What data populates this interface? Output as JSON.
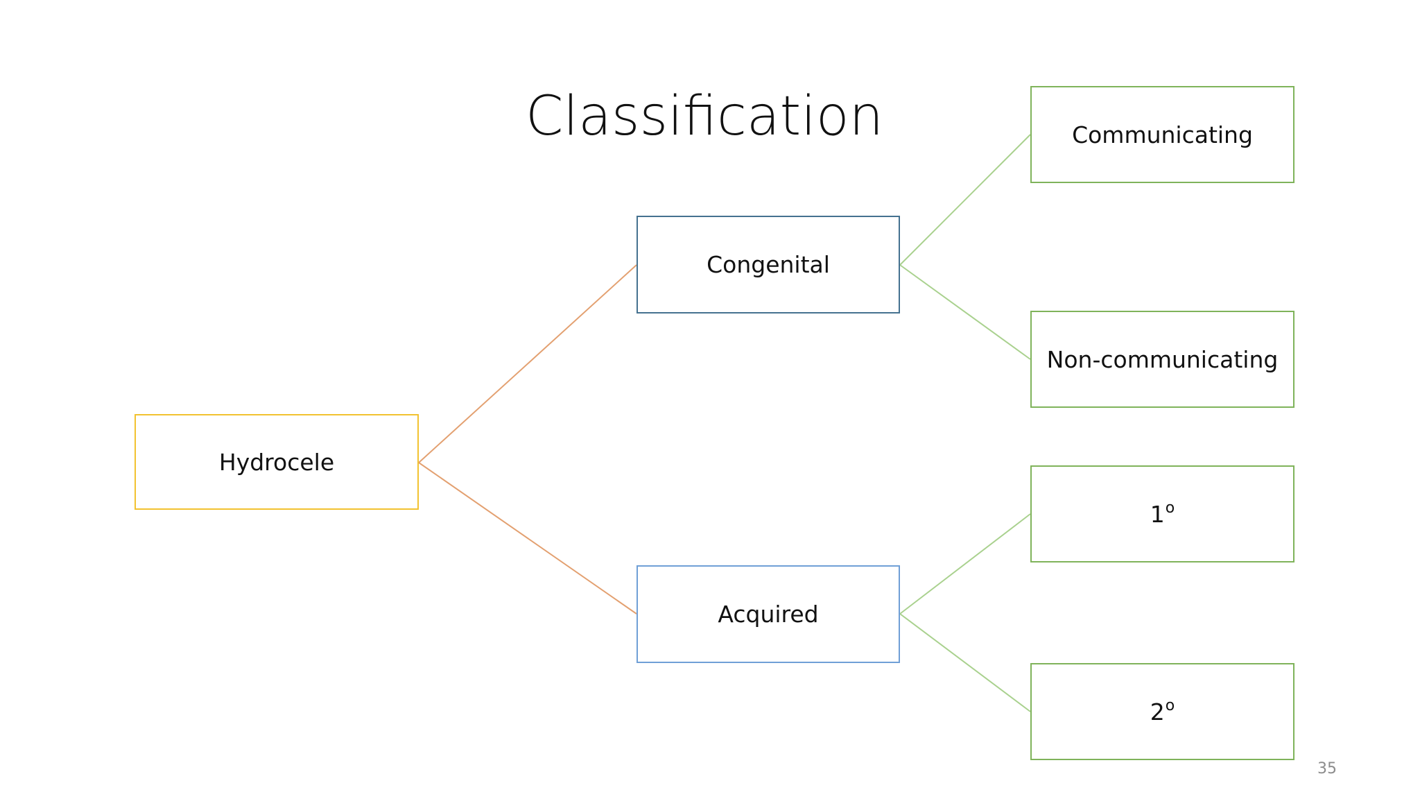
{
  "slide": {
    "title": "Classification",
    "page_number": "35"
  },
  "nodes": {
    "hydrocele": "Hydrocele",
    "congenital": "Congenital",
    "acquired": "Acquired",
    "communicating": "Communicating",
    "non_communicating": "Non-communicating",
    "primary": {
      "digit": "1",
      "mark": "o"
    },
    "secondary": {
      "digit": "2",
      "mark": "o"
    }
  },
  "colors": {
    "root_border": "#f2c230",
    "congenital_border": "#44718f",
    "acquired_border": "#6f9fd6",
    "leaf_border": "#7fb35a",
    "root_connector": "#e3a070",
    "leaf_connector": "#a9d18e"
  }
}
